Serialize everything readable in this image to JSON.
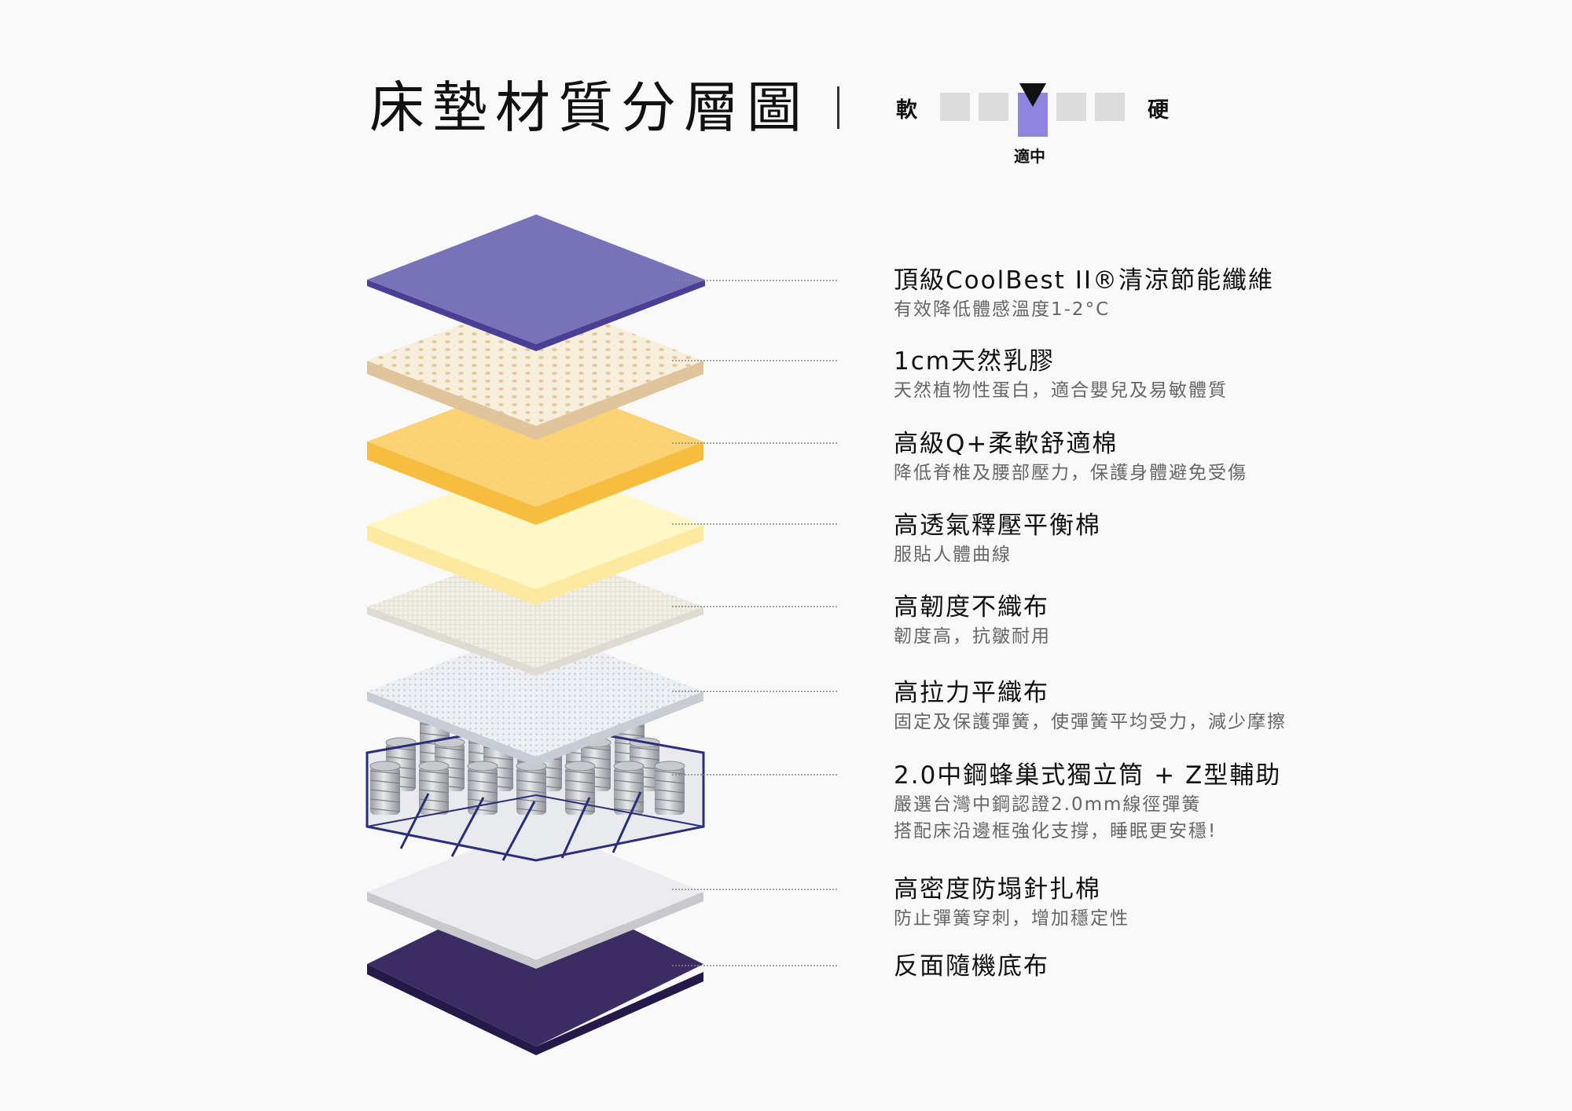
{
  "title": "床墊材質分層圖",
  "firmness": {
    "soft_label": "軟",
    "hard_label": "硬",
    "level_label": "適中",
    "total": 5,
    "level": 3,
    "active_color": "#8f85e0",
    "inactive_color": "#dcdcdc"
  },
  "layers": [
    {
      "title": "頂級CoolBest II®清涼節能纖維",
      "desc": [
        "有效降低體感溫度1-2°C"
      ]
    },
    {
      "title": "1cm天然乳膠",
      "desc": [
        "天然植物性蛋白，適合嬰兒及易敏體質"
      ]
    },
    {
      "title": "高級Q+柔軟舒適棉",
      "desc": [
        "降低脊椎及腰部壓力，保護身體避免受傷"
      ]
    },
    {
      "title": "高透氣釋壓平衡棉",
      "desc": [
        "服貼人體曲線"
      ]
    },
    {
      "title": "高韌度不織布",
      "desc": [
        "韌度高，抗皺耐用"
      ]
    },
    {
      "title": "高拉力平織布",
      "desc": [
        "固定及保護彈簧，使彈簧平均受力，減少摩擦"
      ]
    },
    {
      "title": "2.0中鋼蜂巢式獨立筒 + Z型輔助",
      "desc": [
        "嚴選台灣中鋼認證2.0mm線徑彈簧",
        "搭配床沿邊框強化支撐，睡眠更安穩!"
      ]
    },
    {
      "title": "高密度防塌針扎棉",
      "desc": [
        "防止彈簧穿刺，增加穩定性"
      ]
    },
    {
      "title": "反面隨機底布",
      "desc": []
    }
  ],
  "colors": {
    "coolbest": "#7873b8",
    "latex": "#f8eedc",
    "qfoam": "#fcd374",
    "balance": "#fff7c6",
    "nonwoven": "#f2f0e7",
    "plainweave": "#eef0f4",
    "spring_frame": "#2b2f7a",
    "needle": "#ececf0",
    "base": "#3b2d63"
  }
}
